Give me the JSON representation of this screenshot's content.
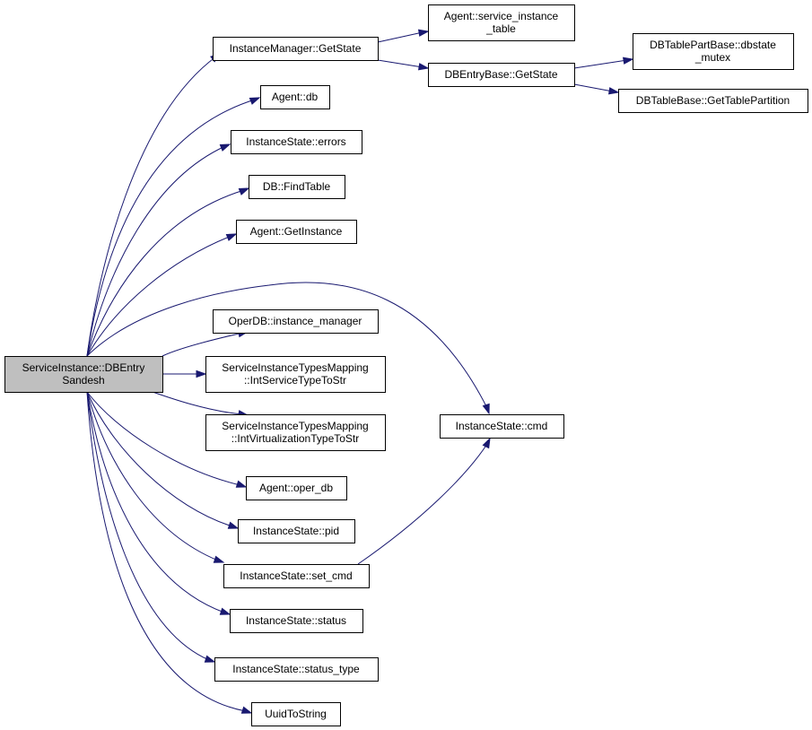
{
  "diagram": {
    "type": "call-graph",
    "colors": {
      "edge": "#191970",
      "root_fill": "#bfbfbf",
      "node_fill": "#ffffff",
      "node_border": "#000000"
    },
    "nodes": [
      {
        "id": "root",
        "lines": [
          "ServiceInstance::DBEntry",
          "Sandesh"
        ],
        "root": true
      },
      {
        "id": "im_getstate",
        "lines": [
          "InstanceManager::GetState"
        ]
      },
      {
        "id": "agent_sit",
        "lines": [
          "Agent::service_instance",
          "_table"
        ]
      },
      {
        "id": "dbeb_getstate",
        "lines": [
          "DBEntryBase::GetState"
        ]
      },
      {
        "id": "dbtpb_mutex",
        "lines": [
          "DBTablePartBase::dbstate",
          "_mutex"
        ]
      },
      {
        "id": "dbtb_gtp",
        "lines": [
          "DBTableBase::GetTablePartition"
        ]
      },
      {
        "id": "agent_db",
        "lines": [
          "Agent::db"
        ]
      },
      {
        "id": "is_errors",
        "lines": [
          "InstanceState::errors"
        ]
      },
      {
        "id": "db_findtable",
        "lines": [
          "DB::FindTable"
        ]
      },
      {
        "id": "agent_getinstance",
        "lines": [
          "Agent::GetInstance"
        ]
      },
      {
        "id": "operdb_im",
        "lines": [
          "OperDB::instance_manager"
        ]
      },
      {
        "id": "sitm_service",
        "lines": [
          "ServiceInstanceTypesMapping",
          "::IntServiceTypeToStr"
        ]
      },
      {
        "id": "sitm_virt",
        "lines": [
          "ServiceInstanceTypesMapping",
          "::IntVirtualizationTypeToStr"
        ]
      },
      {
        "id": "is_cmd",
        "lines": [
          "InstanceState::cmd"
        ]
      },
      {
        "id": "agent_operdb",
        "lines": [
          "Agent::oper_db"
        ]
      },
      {
        "id": "is_pid",
        "lines": [
          "InstanceState::pid"
        ]
      },
      {
        "id": "is_setcmd",
        "lines": [
          "InstanceState::set_cmd"
        ]
      },
      {
        "id": "is_status",
        "lines": [
          "InstanceState::status"
        ]
      },
      {
        "id": "is_statustype",
        "lines": [
          "InstanceState::status_type"
        ]
      },
      {
        "id": "uuidtostring",
        "lines": [
          "UuidToString"
        ]
      }
    ],
    "edges": [
      {
        "from": "root",
        "to": "im_getstate"
      },
      {
        "from": "root",
        "to": "agent_db"
      },
      {
        "from": "root",
        "to": "is_errors"
      },
      {
        "from": "root",
        "to": "db_findtable"
      },
      {
        "from": "root",
        "to": "agent_getinstance"
      },
      {
        "from": "root",
        "to": "is_cmd"
      },
      {
        "from": "root",
        "to": "operdb_im"
      },
      {
        "from": "root",
        "to": "sitm_service"
      },
      {
        "from": "root",
        "to": "sitm_virt"
      },
      {
        "from": "root",
        "to": "agent_operdb"
      },
      {
        "from": "root",
        "to": "is_pid"
      },
      {
        "from": "root",
        "to": "is_setcmd"
      },
      {
        "from": "root",
        "to": "is_status"
      },
      {
        "from": "root",
        "to": "is_statustype"
      },
      {
        "from": "root",
        "to": "uuidtostring"
      },
      {
        "from": "im_getstate",
        "to": "agent_sit"
      },
      {
        "from": "im_getstate",
        "to": "dbeb_getstate"
      },
      {
        "from": "dbeb_getstate",
        "to": "dbtpb_mutex"
      },
      {
        "from": "dbeb_getstate",
        "to": "dbtb_gtp"
      },
      {
        "from": "is_setcmd",
        "to": "is_cmd"
      }
    ]
  }
}
